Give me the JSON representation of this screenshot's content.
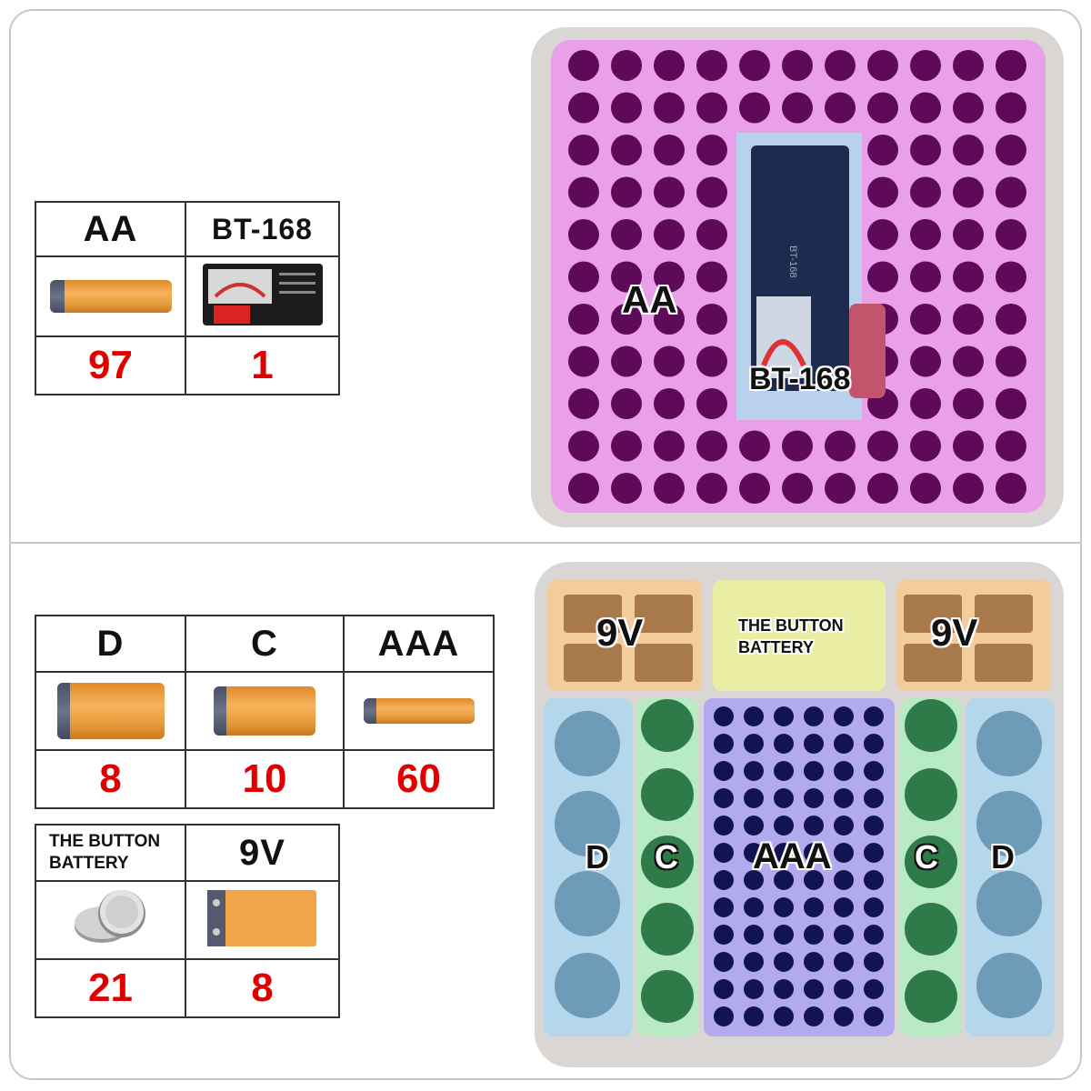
{
  "top_table": {
    "headers": [
      "AA",
      "BT-168"
    ],
    "counts": [
      "97",
      "1"
    ],
    "images": [
      "aa-battery",
      "bt-168-tester"
    ]
  },
  "bottom_table": {
    "headers": [
      "D",
      "C",
      "AAA"
    ],
    "counts": [
      "8",
      "10",
      "60"
    ],
    "images": [
      "d-battery",
      "c-battery",
      "aaa-battery"
    ]
  },
  "bottom_table2": {
    "headers": [
      "THE BUTTON BATTERY",
      "9V"
    ],
    "counts": [
      "21",
      "8"
    ],
    "images": [
      "button-battery",
      "9v-battery"
    ]
  },
  "case_top": {
    "labels": {
      "aa": "AA",
      "tester": "BT-168"
    },
    "colors": {
      "tray": "#e9a0e8",
      "hole": "#5e0a58",
      "frame": "#d9d6d4",
      "tester_area": "#b9d0ee"
    }
  },
  "case_bottom": {
    "labels": {
      "nine_v_left": "9V",
      "nine_v_right": "9V",
      "button": "THE BUTTON BATTERY",
      "d_left": "D",
      "c_left": "C",
      "aaa": "AAA",
      "c_right": "C",
      "d_right": "D"
    },
    "colors": {
      "nine_v": "#f3cc9c",
      "button": "#eaeea4",
      "d": "#b5d7ec",
      "c": "#b8eac4",
      "aaa": "#b3a9ef",
      "frame": "#d9d6d4"
    }
  }
}
